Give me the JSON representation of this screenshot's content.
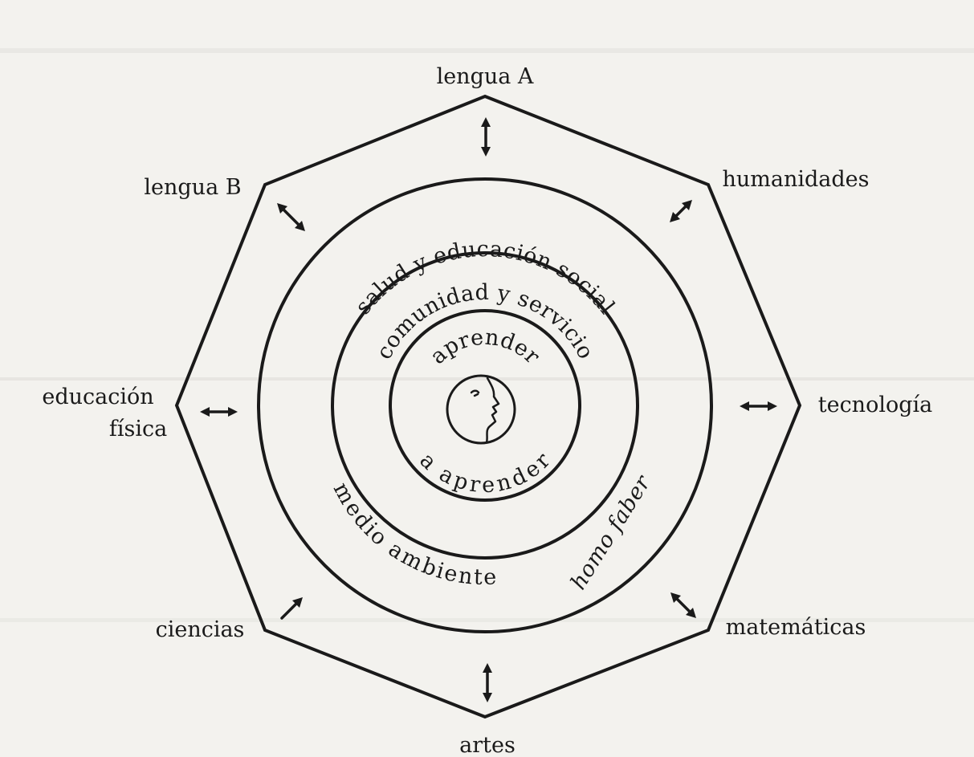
{
  "outer_labels": {
    "top": "lengua A",
    "top_left": "lengua B",
    "top_right": "humanidades",
    "left_line1": "educación",
    "left_line2": "física",
    "right": "tecnología",
    "bottom_left": "ciencias",
    "bottom_right": "matemáticas",
    "bottom": "artes"
  },
  "rings": {
    "salud": "salud y educación social",
    "comunidad": "comunidad y servicio",
    "aprender_top": "aprender",
    "aprender_bottom": "a aprender",
    "medio": "medio ambiente",
    "homo": "homo faber"
  },
  "colors": {
    "ink": "#1a1a1a",
    "paper": "#f3f2ee"
  }
}
